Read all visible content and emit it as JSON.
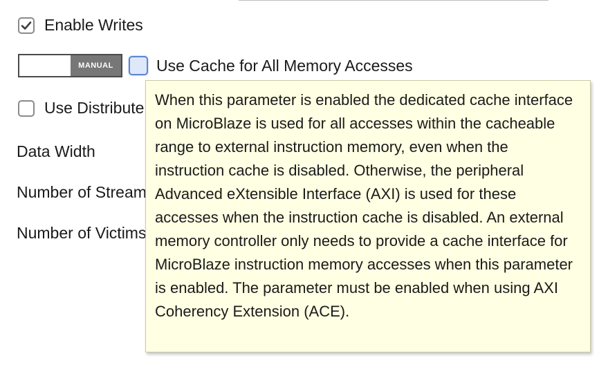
{
  "options": {
    "enable_writes": {
      "label": "Enable Writes",
      "checked": true
    },
    "mode_switch": {
      "label": "MANUAL"
    },
    "use_cache_all": {
      "label": "Use Cache for All Memory Accesses",
      "checked": false
    },
    "use_distributed": {
      "label": "Use Distribute",
      "checked": false
    }
  },
  "params": {
    "data_width_label": "Data Width",
    "number_of_streams_label": "Number of Stream",
    "number_of_victims_label": "Number of Victims"
  },
  "tooltip": {
    "text": "When this parameter is enabled the dedicated cache interface on MicroBlaze is used for all accesses within the cacheable range to external instruction memory, even when the instruction cache is disabled. Otherwise, the peripheral Advanced eXtensible Interface (AXI) is used for these accesses when the instruction cache is disabled. An external memory controller only needs to provide a cache interface for MicroBlaze instruction memory accesses when this parameter is enabled. The parameter must be enabled when using AXI Coherency Extension (ACE)."
  },
  "colors": {
    "tooltip_background": "#ffffe3",
    "focus_border": "#5b86d6",
    "mode_label_background": "#777777"
  },
  "icons": {
    "checkmark": "checkmark-icon"
  }
}
